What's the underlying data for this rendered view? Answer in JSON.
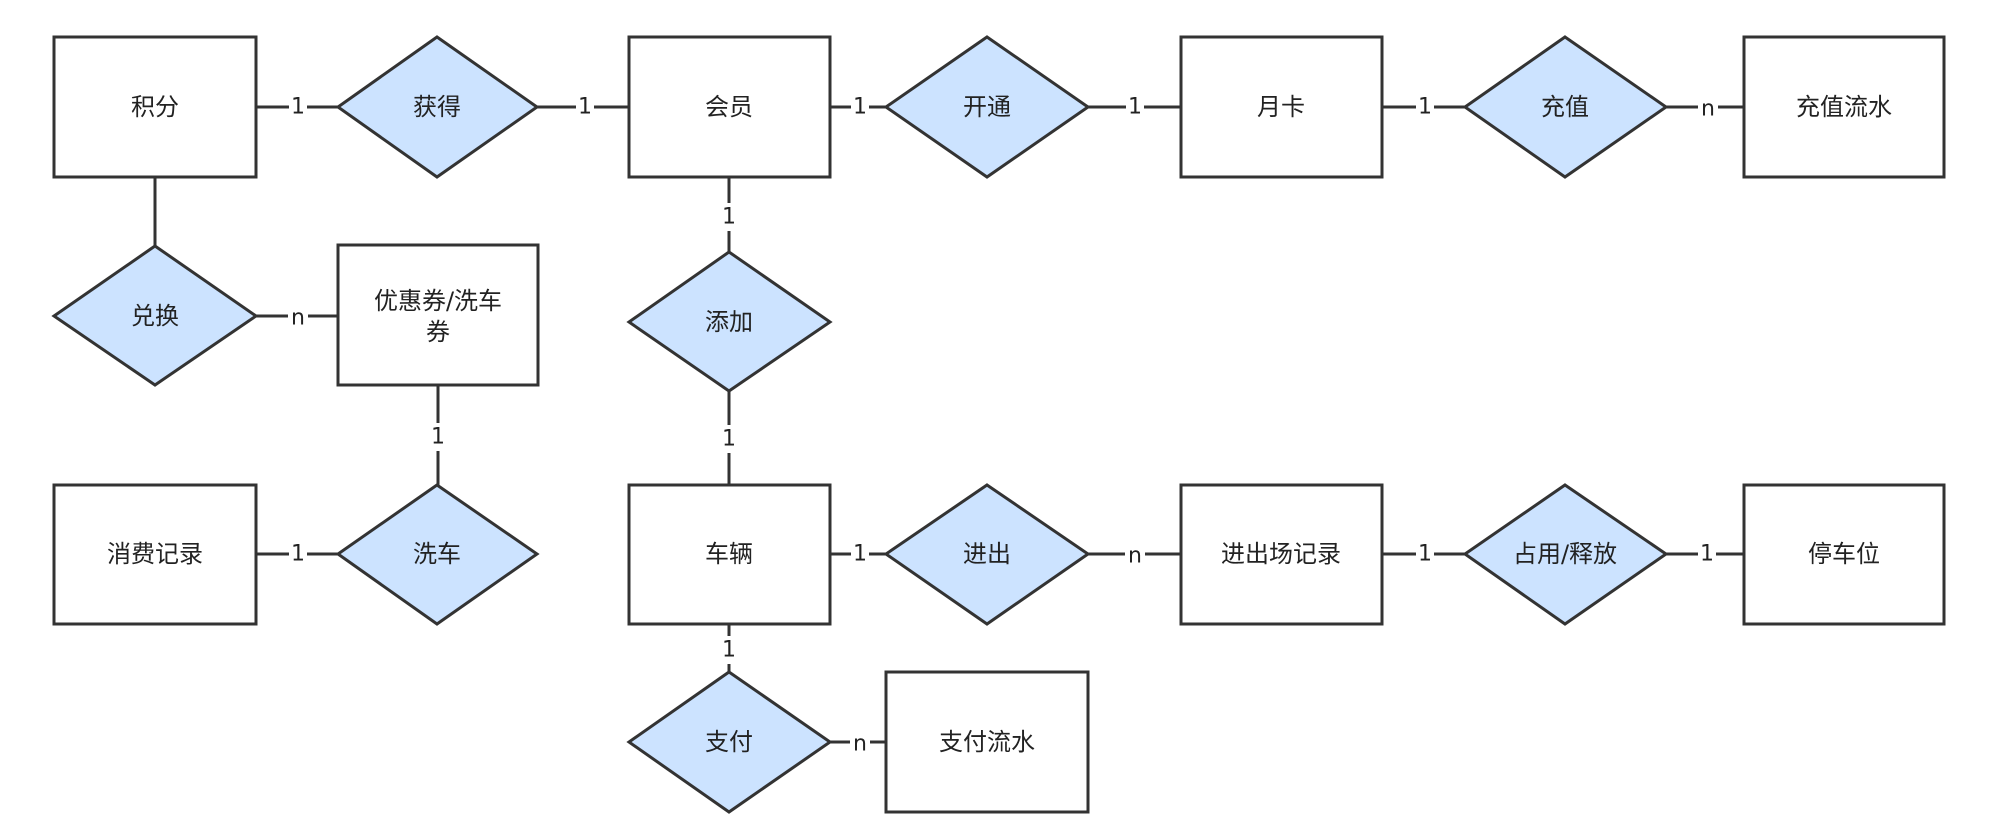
{
  "diagram": {
    "entities": {
      "points": "积分",
      "member": "会员",
      "monthly_card": "月卡",
      "recharge_log": "充值流水",
      "coupon_line1": "优惠券/洗车",
      "coupon_line2": "券",
      "consumption": "消费记录",
      "vehicle": "车辆",
      "entry_exit_log": "进出场记录",
      "parking_space": "停车位",
      "payment_log": "支付流水"
    },
    "relationships": {
      "obtain": "获得",
      "activate": "开通",
      "recharge": "充值",
      "exchange": "兑换",
      "add": "添加",
      "car_wash": "洗车",
      "in_out": "进出",
      "occupy_release": "占用/释放",
      "pay": "支付"
    },
    "cardinalities": {
      "points_obtain": "1",
      "obtain_member": "1",
      "member_activate": "1",
      "activate_card": "1",
      "card_recharge": "1",
      "recharge_log": "n",
      "exchange_coupon": "n",
      "coupon_wash": "1",
      "consumption_wash": "1",
      "member_add": "1",
      "add_vehicle": "1",
      "vehicle_inout": "1",
      "inout_log": "n",
      "log_occupy": "1",
      "occupy_space": "1",
      "vehicle_pay": "1",
      "pay_log": "n"
    },
    "colors": {
      "relationship_fill": "#cce3ff",
      "stroke": "#333333",
      "entity_fill": "#ffffff"
    }
  }
}
